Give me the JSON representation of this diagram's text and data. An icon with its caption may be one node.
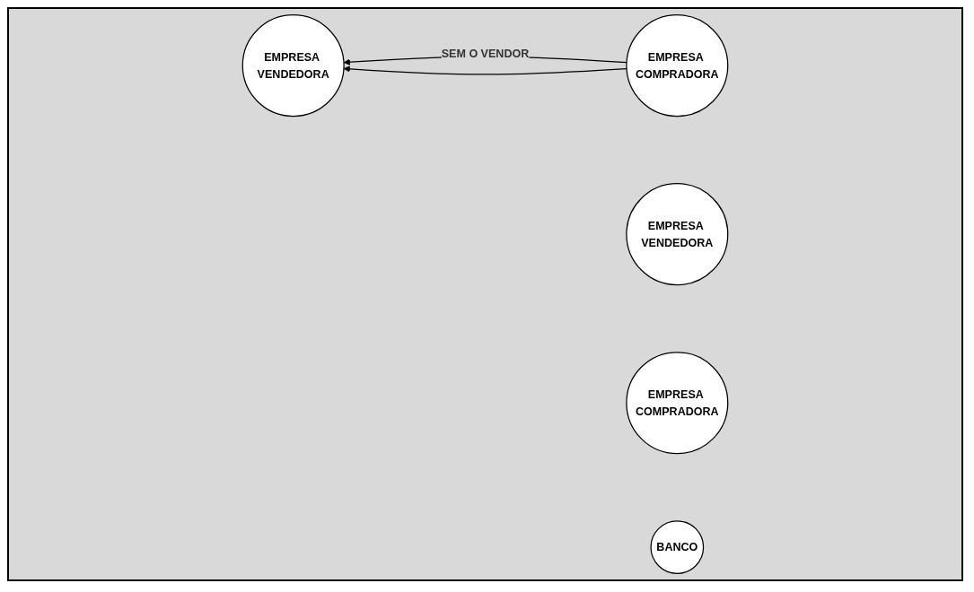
{
  "diagram": {
    "nodes": [
      {
        "text": [
          "EMPRESA VENDEDORA"
        ]
      },
      {
        "text": [
          "EMPRESA COMPRADORA"
        ]
      },
      {
        "text": [
          "EMPRESA VENDEDORA"
        ]
      },
      {
        "text": [
          "EMPRESA COMPRADORA"
        ]
      },
      {
        "text": [
          "BANCO"
        ]
      }
    ],
    "edges": [
      {
        "from": 1,
        "to": 0,
        "arrow": "to",
        "label": "SEM O VENDOR"
      },
      {
        "from": 1,
        "to": 0,
        "arrow": "to"
      }
    ]
  }
}
